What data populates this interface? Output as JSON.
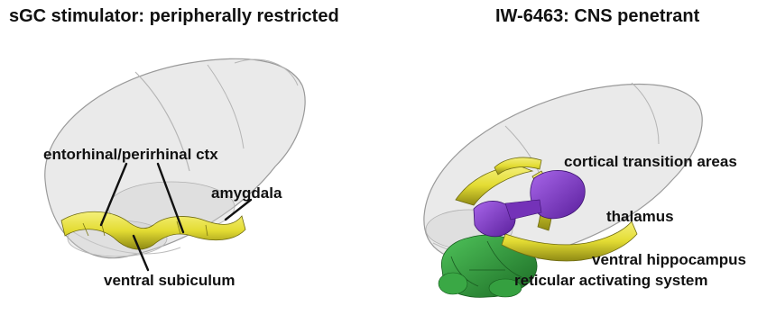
{
  "panels": [
    {
      "title": "sGC stimulator: peripherally restricted",
      "labels": {
        "ento": "entorhinal/perirhinal ctx",
        "amyg": "amygdala",
        "vsub": "ventral subiculum"
      }
    },
    {
      "title": "IW-6463: CNS penetrant",
      "labels": {
        "cort": "cortical transition areas",
        "thal": "thalamus",
        "vhip": "ventral hippocampus",
        "ras": "reticular activating system"
      }
    }
  ],
  "colors": {
    "brain_fill": "#d9d9d9",
    "brain_outline": "#9a9a9a",
    "highlight_yellow": "#e8e23c",
    "highlight_purple": "#8a3fd1",
    "highlight_green": "#2f9a3a",
    "pointer_line": "#111111"
  }
}
